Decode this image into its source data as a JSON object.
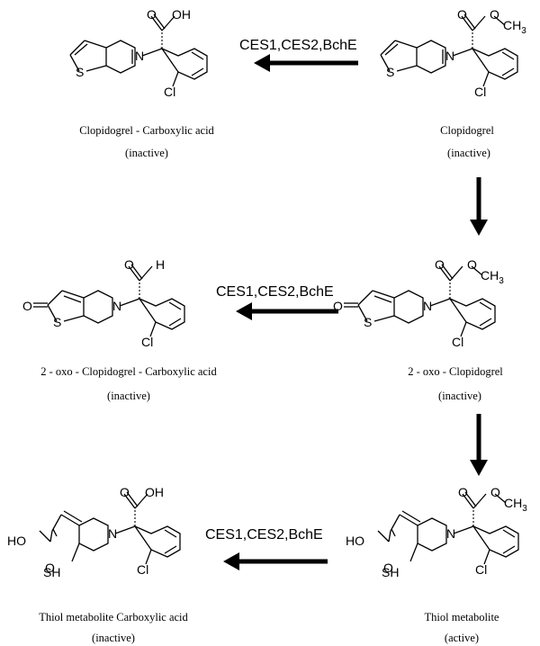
{
  "compounds": [
    {
      "name": "Clopidogrel - Carboxylic acid",
      "status": "(inactive)"
    },
    {
      "name": "Clopidogrel",
      "status": "(inactive)"
    },
    {
      "name": "2 - oxo - Clopidogrel - Carboxylic acid",
      "status": "(inactive)"
    },
    {
      "name": "2 - oxo - Clopidogrel",
      "status": "(inactive)"
    },
    {
      "name": "Thiol metabolite Carboxylic acid",
      "status": "(inactive)"
    },
    {
      "name": "Thiol metabolite",
      "status": "(active)"
    }
  ],
  "enzymes": {
    "row1": "CES1,CES2,BchE",
    "row2": "CES1,CES2,BchE",
    "row3": "CES1,CES2,BchE"
  },
  "atoms": {
    "O": "O",
    "H": "H",
    "OH": "OH",
    "HO": "HO",
    "CH3_C": "CH",
    "CH3_sub": "3",
    "N": "N",
    "S": "S",
    "SH": "SH",
    "Cl": "Cl"
  }
}
